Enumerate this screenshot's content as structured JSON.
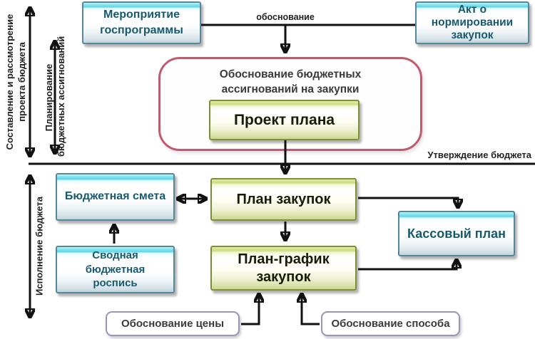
{
  "side_labels": {
    "stage1": {
      "line1": "Составление и рассмотрение",
      "line2": "проекта бюджета"
    },
    "stage2": {
      "line1": "Планирование",
      "line2": "бюджетных ассигнований"
    },
    "stage3": "Исполнение бюджета"
  },
  "annotations": {
    "justification": "обоснование",
    "budget_approval": "Утверждение бюджета"
  },
  "nodes": {
    "program_event": "Мероприятие госпрограммы",
    "normalization_act": "Акт о нормировании закупок",
    "budget_justification_title": "Обоснование бюджетных ассигнований на закупки",
    "plan_draft": "Проект плана",
    "budget_estimate": "Бюджетная смета",
    "procurement_plan": "План закупок",
    "cash_plan": "Кассовый план",
    "consolidated_roster": "Сводная бюджетная роспись",
    "schedule_plan": "План-график закупок",
    "price_justification": "Обоснование цены",
    "method_justification": "Обоснование способа"
  },
  "colors": {
    "cyan_accent": "#5fd6e4",
    "cyan_border": "#55879b",
    "cyan_text": "#175a70",
    "green_accent": "#ccdc7e",
    "green_border": "#7e8f3a",
    "rose_border": "#c05a6e",
    "purple_border": "#9a94b8",
    "arrow": "#111111"
  }
}
